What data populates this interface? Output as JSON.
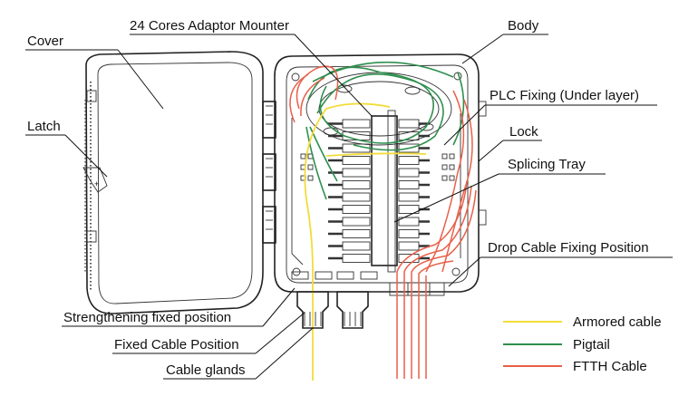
{
  "labels": {
    "adaptor_mounter": "24 Cores Adaptor Mounter",
    "body": "Body",
    "cover": "Cover",
    "plc_fixing": "PLC Fixing (Under layer)",
    "latch": "Latch",
    "lock": "Lock",
    "splicing_tray": "Splicing Tray",
    "drop_cable": "Drop Cable Fixing Position",
    "strengthening": "Strengthening fixed position",
    "fixed_cable": "Fixed Cable Position",
    "cable_glands": "Cable glands"
  },
  "legend": [
    {
      "name": "Armored cable",
      "color": "#f2dc3a"
    },
    {
      "name": "Pigtail",
      "color": "#2f8f4e"
    },
    {
      "name": "FTTH Cable",
      "color": "#e8604a"
    }
  ],
  "colors": {
    "armored": "#f2dc3a",
    "pigtail": "#2f8f4e",
    "ftth": "#e8604a",
    "outline": "#222222"
  }
}
